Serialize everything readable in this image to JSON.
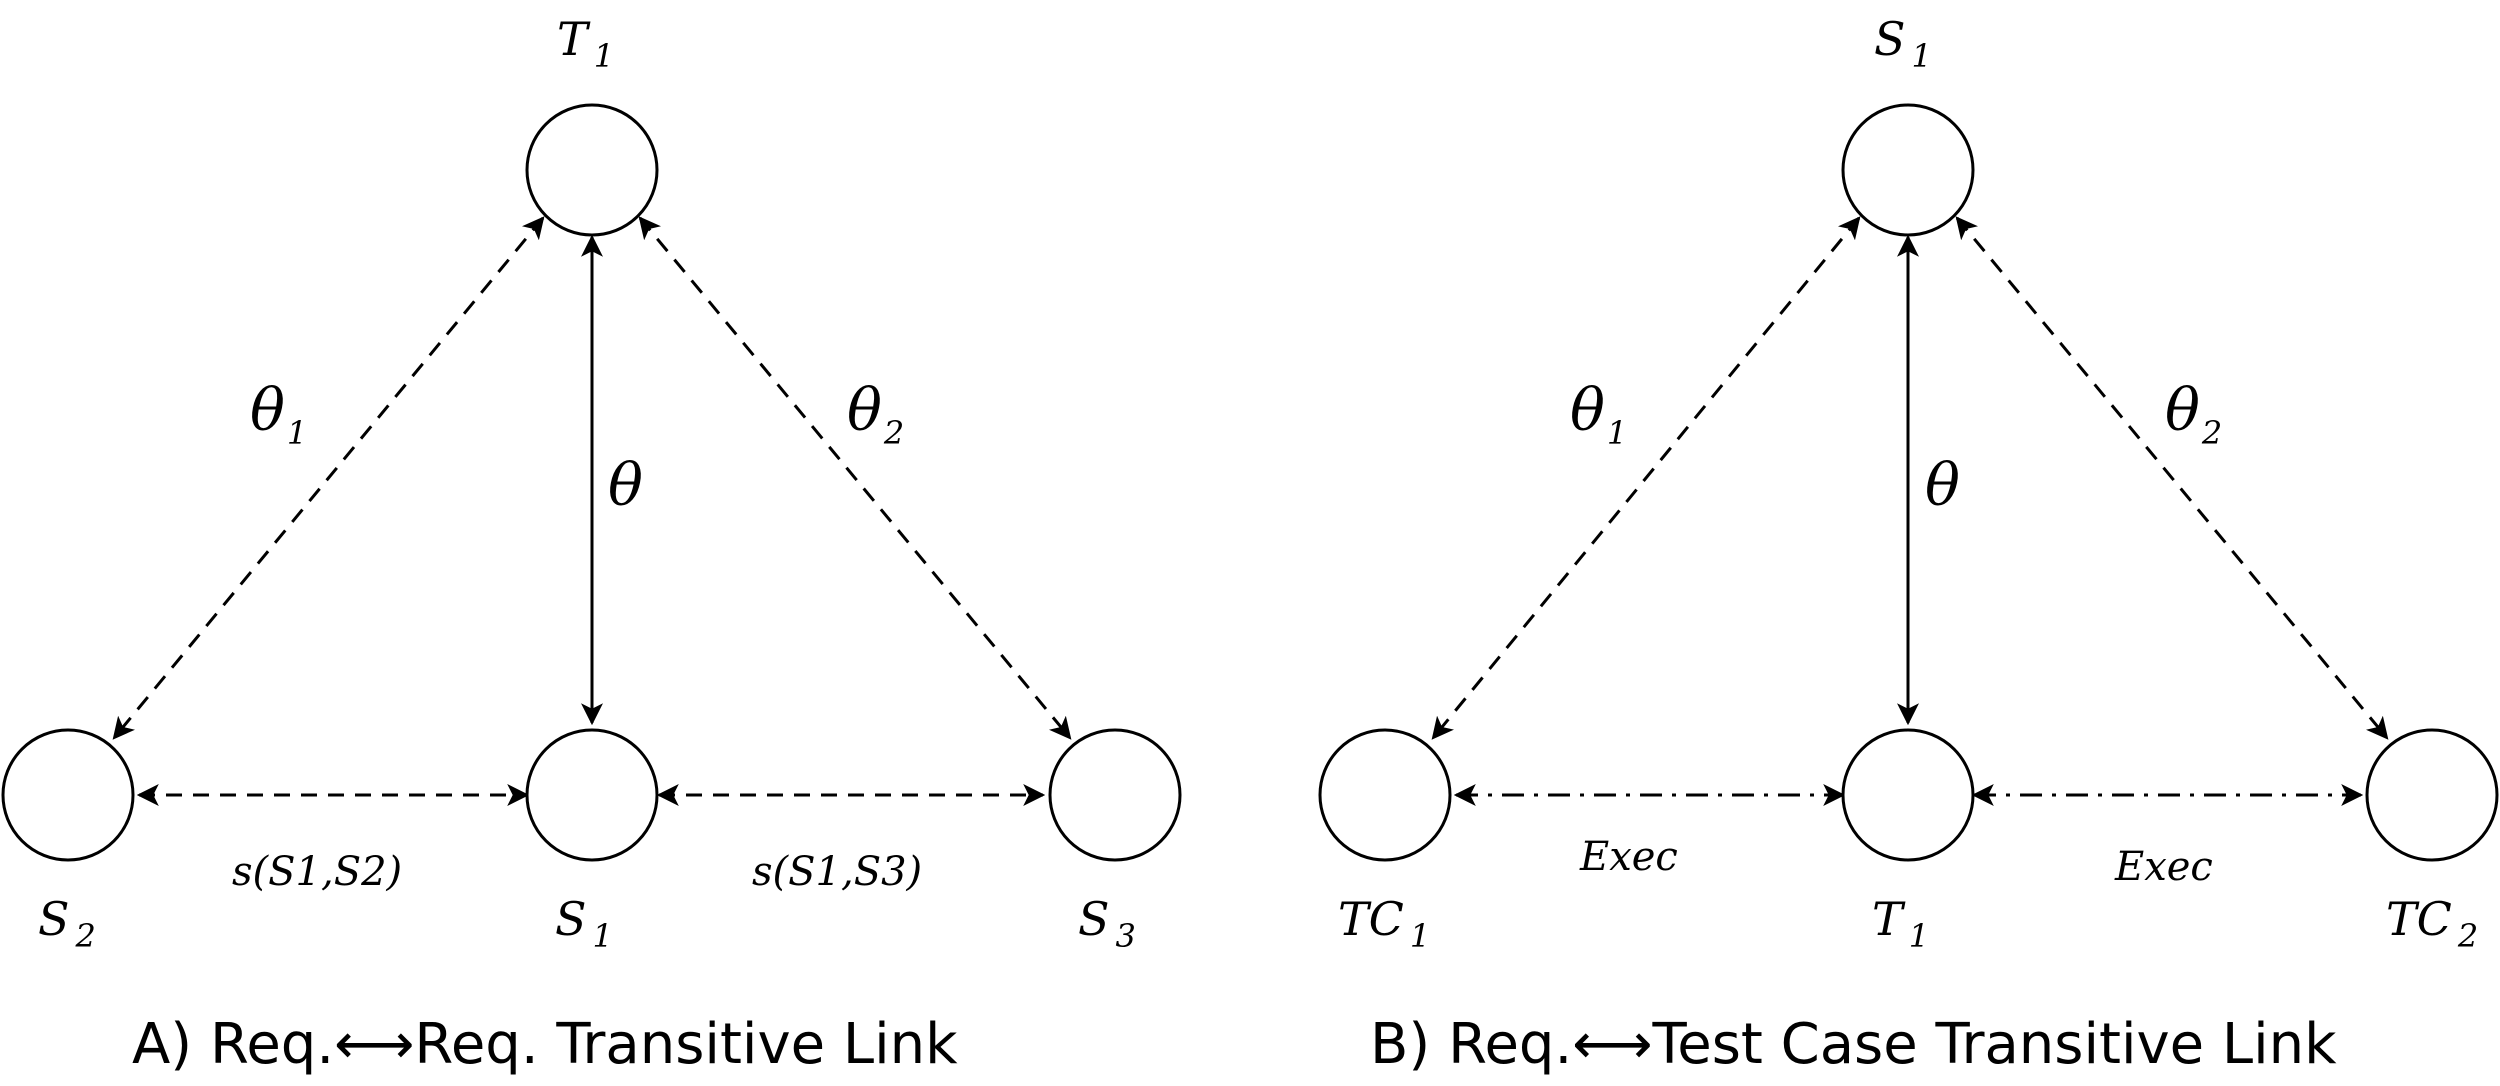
{
  "diagrams": [
    {
      "caption": "A) Req.⟷Req. Transitive Link",
      "top_node": {
        "base": "T",
        "sub": "1"
      },
      "bottom_nodes": [
        {
          "base": "S",
          "sub": "2"
        },
        {
          "base": "S",
          "sub": "1"
        },
        {
          "base": "S",
          "sub": "3"
        }
      ],
      "edge_labels": {
        "left_diagonal": {
          "base": "θ",
          "sub": "1"
        },
        "vertical": {
          "base": "θ",
          "sub": ""
        },
        "right_diagonal": {
          "base": "θ",
          "sub": "2"
        },
        "bottom_left": "s(S1,S2)",
        "bottom_right": "s(S1,S3)"
      },
      "bottom_edge_style": "dashed"
    },
    {
      "caption": "B) Req.⟷Test Case Transitive Link",
      "top_node": {
        "base": "S",
        "sub": "1"
      },
      "bottom_nodes": [
        {
          "base": "TC",
          "sub": "1"
        },
        {
          "base": "T",
          "sub": "1"
        },
        {
          "base": "TC",
          "sub": "2"
        }
      ],
      "edge_labels": {
        "left_diagonal": {
          "base": "θ",
          "sub": "1"
        },
        "vertical": {
          "base": "θ",
          "sub": ""
        },
        "right_diagonal": {
          "base": "θ",
          "sub": "2"
        },
        "bottom_left": "Exec",
        "bottom_right": "Exec"
      },
      "bottom_edge_style": "dashdot"
    }
  ]
}
